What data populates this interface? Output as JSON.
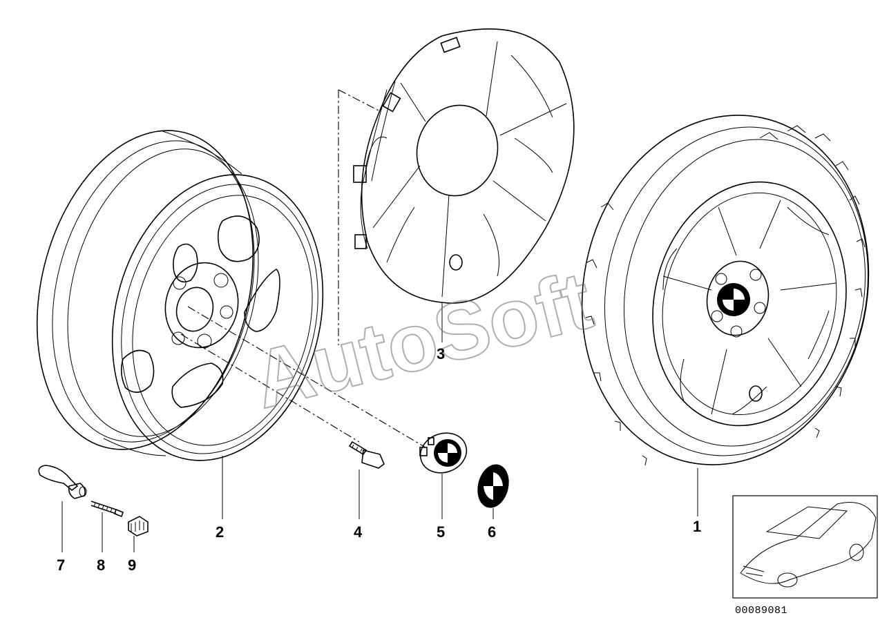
{
  "diagram": {
    "parts": [
      {
        "number": "1",
        "name": "complete-wheel"
      },
      {
        "number": "2",
        "name": "steel-rim"
      },
      {
        "number": "3",
        "name": "wheel-cover"
      },
      {
        "number": "4",
        "name": "wheel-bolt"
      },
      {
        "number": "5",
        "name": "hub-cap"
      },
      {
        "number": "6",
        "name": "emblem"
      },
      {
        "number": "7",
        "name": "valve"
      },
      {
        "number": "8",
        "name": "valve-insert"
      },
      {
        "number": "9",
        "name": "valve-cap"
      }
    ],
    "reference_code": "00089081",
    "watermark": "AutoSoft",
    "icons": [
      "car-thumbnail-icon",
      "logo-roundel-icon"
    ],
    "colors": {
      "line": "#000000",
      "background": "#ffffff",
      "watermark": "#6c6c6c"
    }
  }
}
